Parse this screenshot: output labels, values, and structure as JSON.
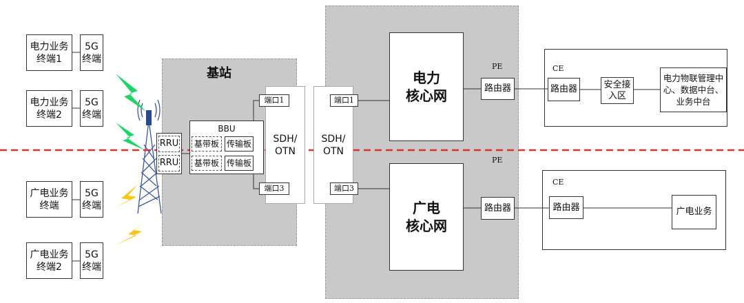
{
  "terminals": [
    {
      "name": "电力业务\n终端1",
      "device": "5G\n终端"
    },
    {
      "name": "电力业务\n终端2",
      "device": "5G\n终端"
    },
    {
      "name": "广电业务\n终端",
      "device": "5G\n终端"
    },
    {
      "name": "广电业务\n终端2",
      "device": "5G\n终端"
    }
  ],
  "base_station": {
    "title": "基站",
    "rru": [
      "RRU",
      "RRU"
    ],
    "bbu": "BBU",
    "baseband": [
      "基带板",
      "基带板"
    ],
    "transport": [
      "传输板",
      "传输板"
    ]
  },
  "sdh1": {
    "label": "SDH/\nOTN",
    "port1": "端口1",
    "port3": "端口3"
  },
  "sdh2": {
    "label": "SDH/\nOTN",
    "port1": "端口1",
    "port3": "端口3"
  },
  "core": {
    "power": "电力\n核心网",
    "broadcast": "广电\n核心网"
  },
  "pe": {
    "label": "PE",
    "router": "路由器"
  },
  "ce_power": {
    "label": "CE",
    "router": "路由器",
    "security": "安全接\n入区",
    "platform": "电力物联管理中\n心、数据中台、\n业务中台"
  },
  "ce_broadcast": {
    "label": "CE",
    "router": "路由器",
    "service": "广电业务"
  },
  "colors": {
    "divider": "#e03030",
    "green_bolt": "#22d36a",
    "yellow_bolt": "#f5c518",
    "region": "#c9c9c9"
  }
}
